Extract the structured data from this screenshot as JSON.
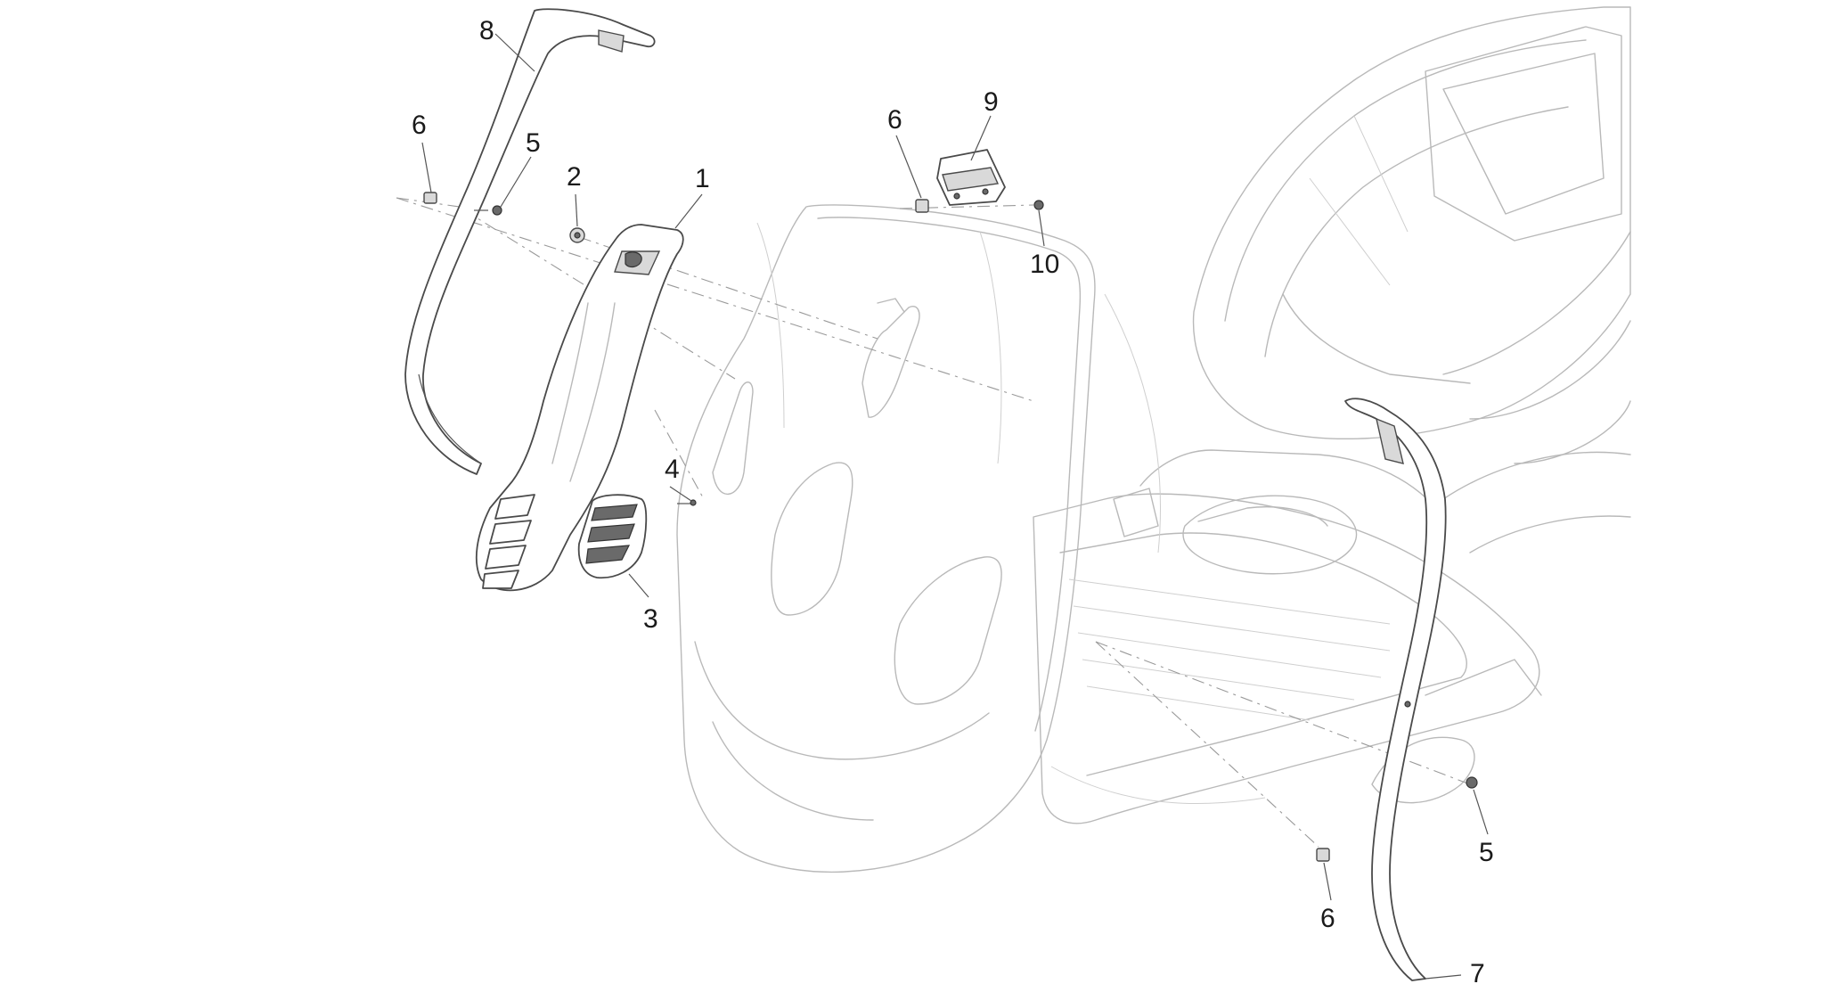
{
  "diagram": {
    "callouts": [
      {
        "id": "c8",
        "label": "8"
      },
      {
        "id": "c6a",
        "label": "6"
      },
      {
        "id": "c5a",
        "label": "5"
      },
      {
        "id": "c2",
        "label": "2"
      },
      {
        "id": "c1",
        "label": "1"
      },
      {
        "id": "c4",
        "label": "4"
      },
      {
        "id": "c3",
        "label": "3"
      },
      {
        "id": "c6b",
        "label": "6"
      },
      {
        "id": "c9",
        "label": "9"
      },
      {
        "id": "c10",
        "label": "10"
      },
      {
        "id": "c5b",
        "label": "5"
      },
      {
        "id": "c6c",
        "label": "6"
      },
      {
        "id": "c7",
        "label": "7"
      }
    ],
    "colors": {
      "ghost": "#b9b9b9",
      "part": "#4a4a4a",
      "text": "#1a1a1a"
    }
  }
}
